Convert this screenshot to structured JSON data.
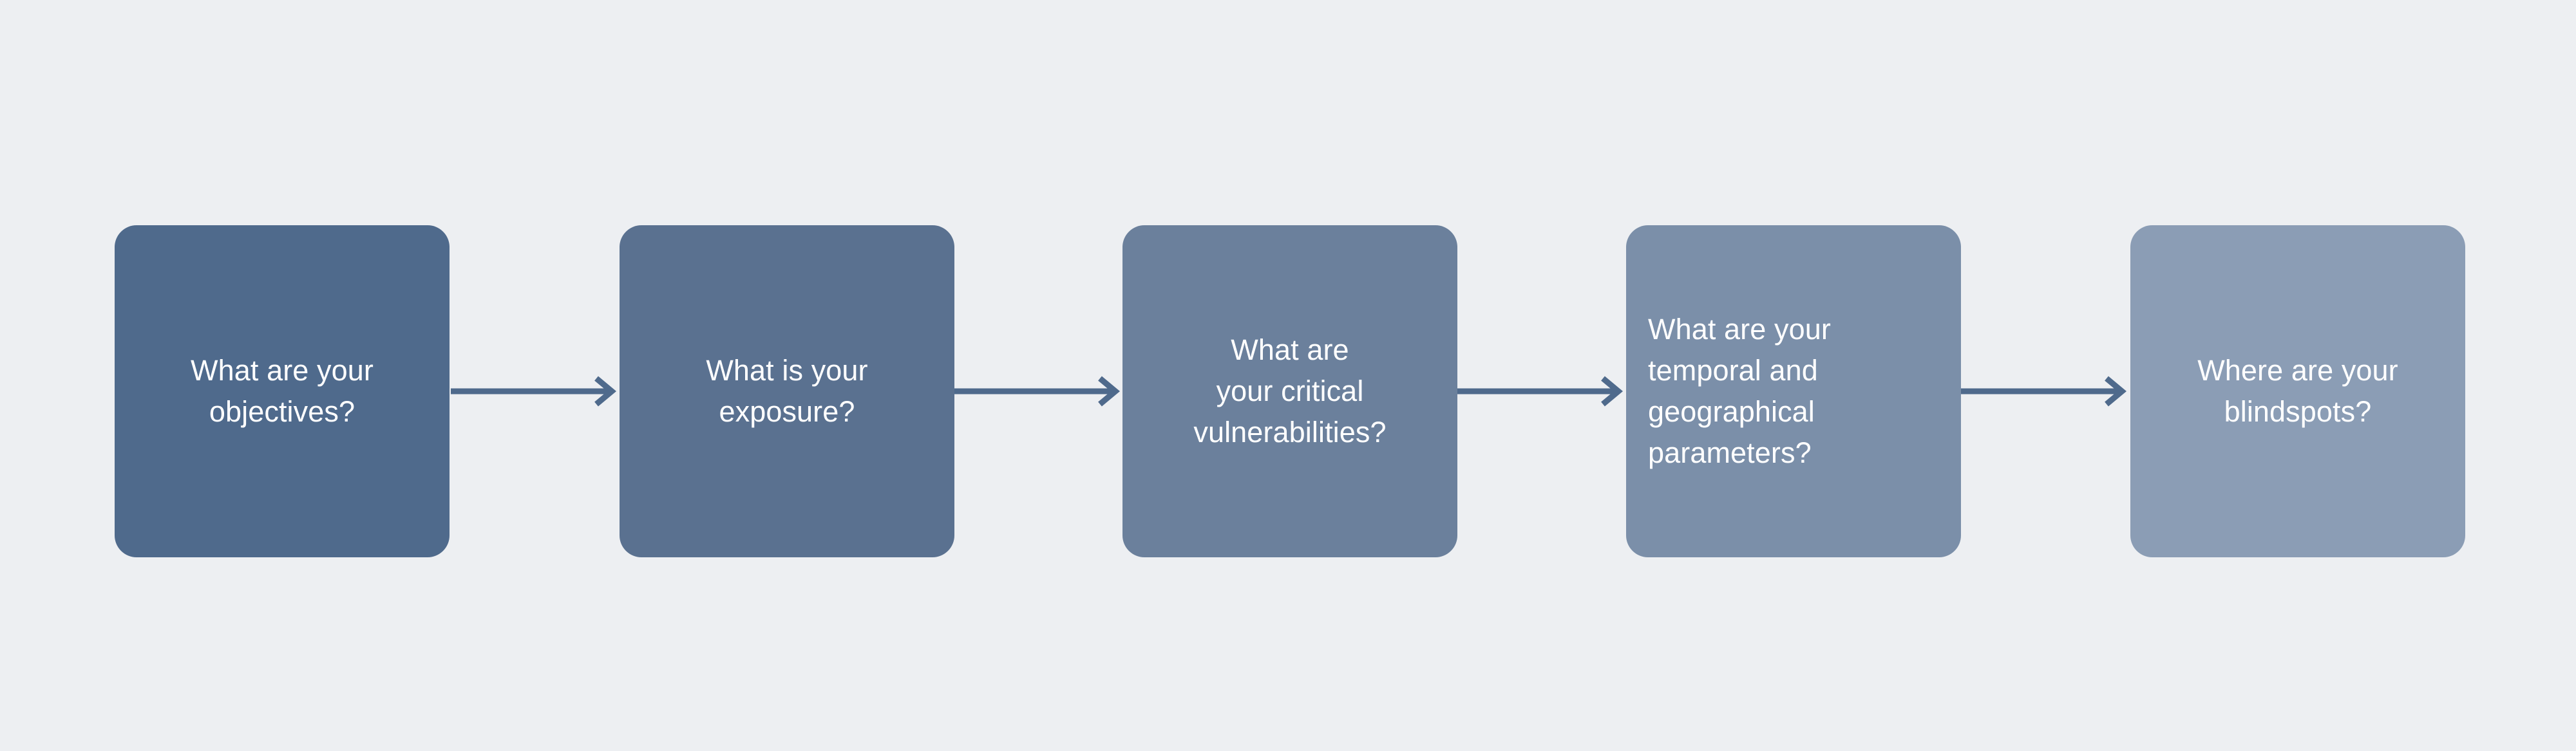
{
  "diagram": {
    "type": "linear-process-flow",
    "orientation": "horizontal",
    "background_color": "#EDEFF2",
    "node_text_color": "#FFFFFF",
    "connector_color": "#4F6A8C",
    "node_count": 5,
    "connector_count": 4,
    "nodes": [
      {
        "id": "node-0",
        "step": 1,
        "label": "What are your\nobjectives?",
        "color": "#4F6A8C",
        "align": "center"
      },
      {
        "id": "node-1",
        "step": 2,
        "label": "What is your\nexposure?",
        "color": "#5A7190",
        "align": "center"
      },
      {
        "id": "node-2",
        "step": 3,
        "label": "What are\nyour critical\nvulnerabilities?",
        "color": "#6B809C",
        "align": "center"
      },
      {
        "id": "node-3",
        "step": 4,
        "label": "What are your\ntemporal and\ngeographical\nparameters?",
        "color": "#7B8FA9",
        "align": "left"
      },
      {
        "id": "node-4",
        "step": 5,
        "label": "Where are your\nblindspots?",
        "color": "#8B9DB5",
        "align": "center"
      }
    ],
    "connectors": [
      {
        "id": "arrow-0",
        "from": "node-0",
        "to": "node-1",
        "icon": "arrow-right-icon",
        "color": "#4F6A8C"
      },
      {
        "id": "arrow-1",
        "from": "node-1",
        "to": "node-2",
        "icon": "arrow-right-icon",
        "color": "#4F6A8C"
      },
      {
        "id": "arrow-2",
        "from": "node-2",
        "to": "node-3",
        "icon": "arrow-right-icon",
        "color": "#4F6A8C"
      },
      {
        "id": "arrow-3",
        "from": "node-3",
        "to": "node-4",
        "icon": "arrow-right-icon",
        "color": "#4F6A8C"
      }
    ]
  }
}
